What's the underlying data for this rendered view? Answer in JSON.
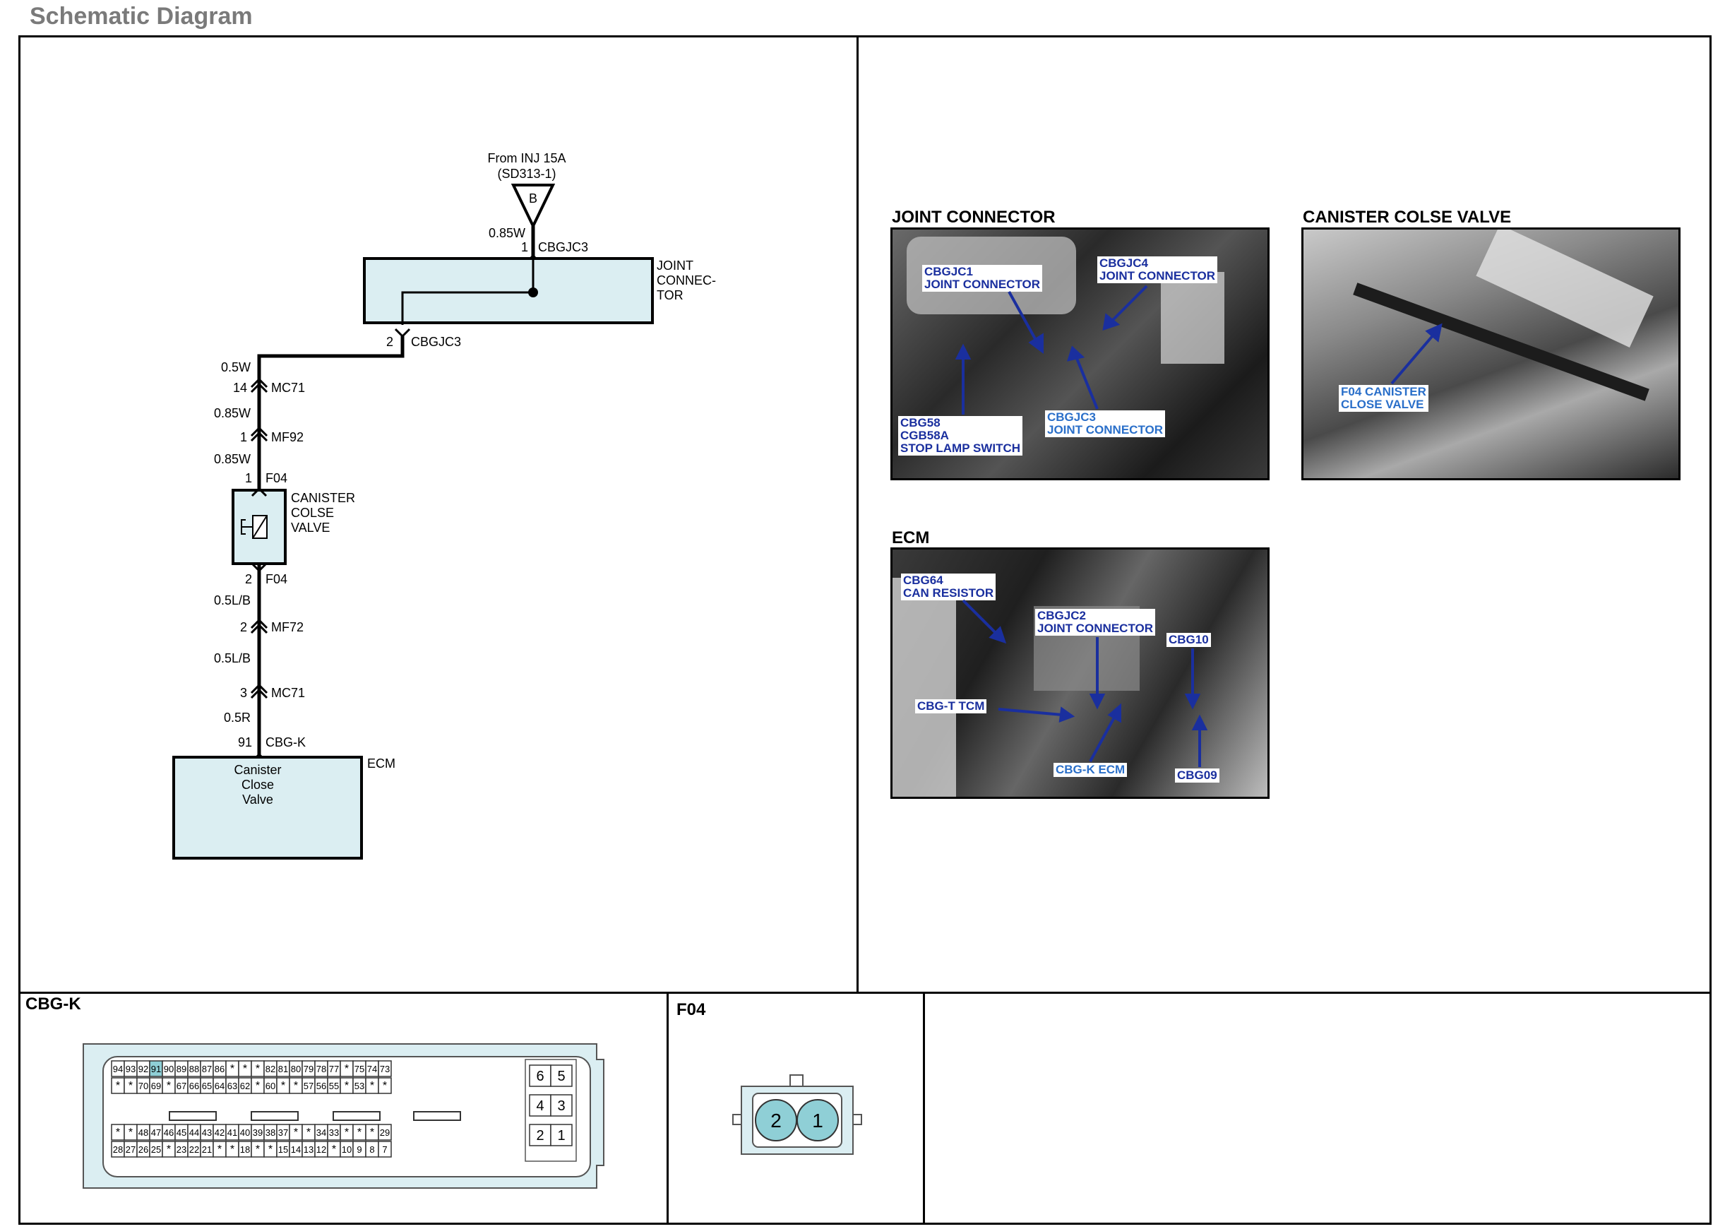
{
  "page_title": "Schematic Diagram",
  "schematic": {
    "source": {
      "line1": "From INJ 15A",
      "line2": "(SD313-1)",
      "terminal": "B"
    },
    "wires": [
      {
        "spec": "0.85W",
        "pin": "1",
        "connector": "CBGJC3"
      },
      {
        "spec": "0.5W",
        "pin": "2",
        "connector": "CBGJC3"
      },
      {
        "spec": "",
        "pin": "14",
        "connector": "MC71"
      },
      {
        "spec": "0.85W",
        "pin": "1",
        "connector": "MF92"
      },
      {
        "spec": "0.85W",
        "pin": "1",
        "connector": "F04"
      },
      {
        "spec": "",
        "pin": "2",
        "connector": "F04"
      },
      {
        "spec": "0.5L/B",
        "pin": "2",
        "connector": "MF72"
      },
      {
        "spec": "0.5L/B",
        "pin": "3",
        "connector": "MC71"
      },
      {
        "spec": "0.5R",
        "pin": "91",
        "connector": "CBG-K"
      }
    ],
    "joint_connector_label": [
      "JOINT",
      "CONNEC-",
      "TOR"
    ],
    "valve_label": [
      "CANISTER",
      "COLSE",
      "VALVE"
    ],
    "ecm_box_label": [
      "Canister",
      "Close",
      "Valve"
    ],
    "ecm_label": "ECM"
  },
  "photos": {
    "joint": {
      "title": "JOINT CONNECTOR",
      "callouts": {
        "c1": "CBGJC1\nJOINT CONNECTOR",
        "c4": "CBGJC4\nJOINT CONNECTOR",
        "c3": "CBGJC3\nJOINT CONNECTOR",
        "stop": "CBG58\nCGB58A\nSTOP LAMP SWITCH"
      }
    },
    "canister": {
      "title": "CANISTER COLSE VALVE",
      "callouts": {
        "f04": "F04 CANISTER\nCLOSE VALVE"
      }
    },
    "ecm": {
      "title": "ECM",
      "callouts": {
        "cbg64": "CBG64\nCAN RESISTOR",
        "jc2": "CBGJC2\nJOINT CONNECTOR",
        "cbg10": "CBG10",
        "tcm": "CBG-T TCM",
        "ecm": "CBG-K ECM",
        "cbg09": "CBG09"
      }
    }
  },
  "connectors": {
    "cbgk": {
      "label": "CBG-K",
      "row1": [
        "94",
        "93",
        "92",
        "91",
        "90",
        "89",
        "88",
        "87",
        "86",
        "*",
        "*",
        "*",
        "82",
        "81",
        "80",
        "79",
        "78",
        "77",
        "*",
        "75",
        "74",
        "73"
      ],
      "row2": [
        "*",
        "*",
        "70",
        "69",
        "*",
        "67",
        "66",
        "65",
        "64",
        "63",
        "62",
        "*",
        "60",
        "*",
        "*",
        "57",
        "56",
        "55",
        "*",
        "53",
        "*",
        "*"
      ],
      "row3": [
        "*",
        "*",
        "48",
        "47",
        "46",
        "45",
        "44",
        "43",
        "42",
        "41",
        "40",
        "39",
        "38",
        "37",
        "*",
        "*",
        "34",
        "33",
        "*",
        "*",
        "*",
        "29"
      ],
      "row4": [
        "28",
        "27",
        "26",
        "25",
        "*",
        "23",
        "22",
        "21",
        "*",
        "*",
        "18",
        "*",
        "*",
        "15",
        "14",
        "13",
        "12",
        "*",
        "10",
        "9",
        "8",
        "7"
      ],
      "side": [
        [
          "6",
          "5"
        ],
        [
          "4",
          "3"
        ],
        [
          "2",
          "1"
        ]
      ],
      "highlight_pin": "91"
    },
    "f04": {
      "label": "F04",
      "pins": [
        "2",
        "1"
      ]
    }
  },
  "colors": {
    "box_fill": "#dbeef2",
    "pin_fill": "#8fcfd6",
    "callout_text": "#1a2f9e",
    "callout_alt": "#2a6fc9"
  }
}
